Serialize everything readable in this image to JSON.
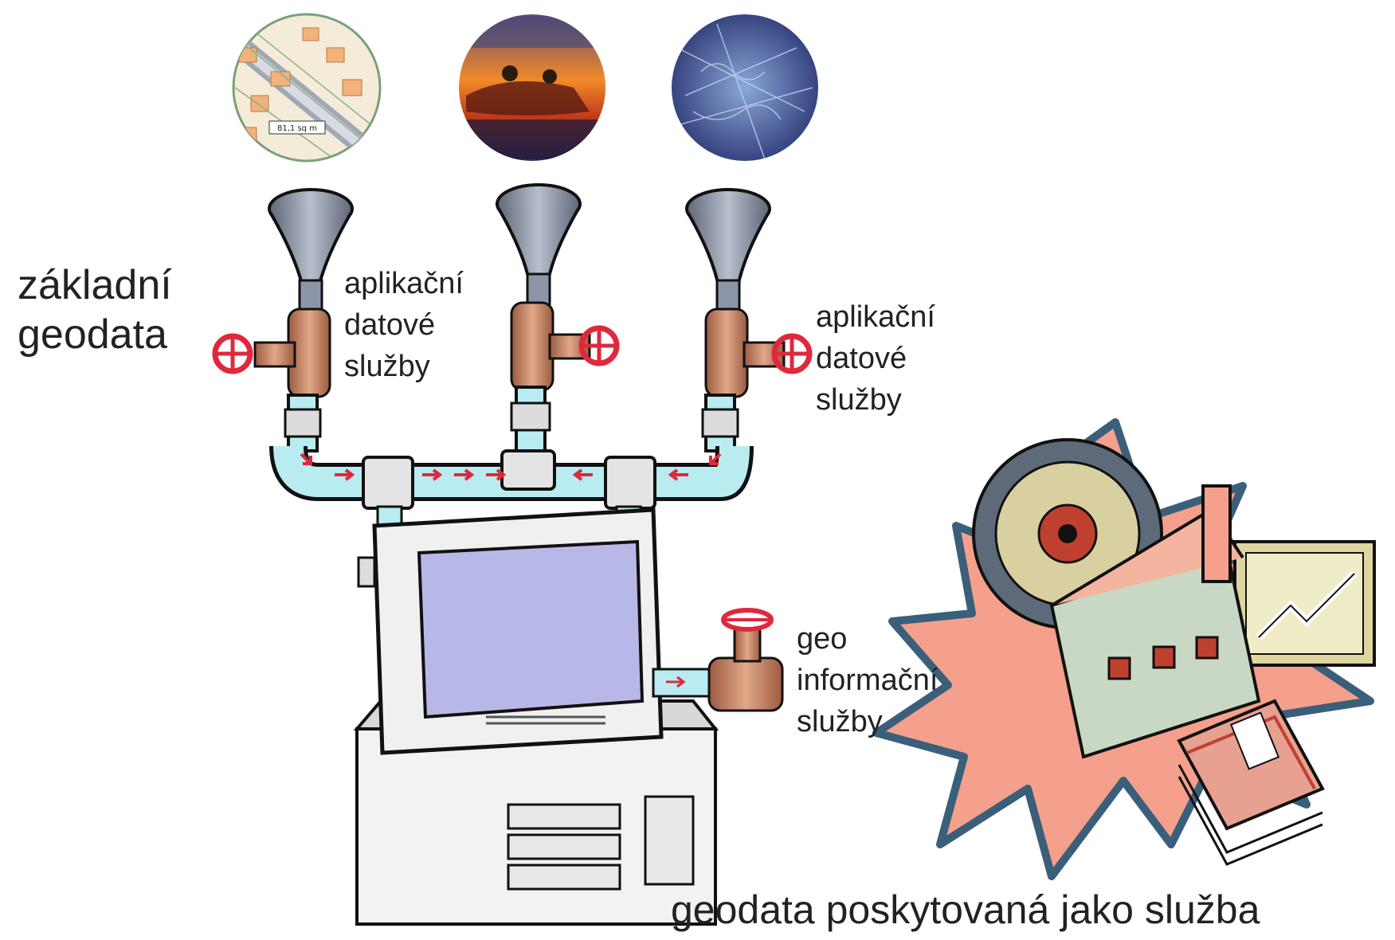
{
  "labels": {
    "basic_geodata_line1": "základní",
    "basic_geodata_line2": "geodata",
    "app_services_left_1": "aplikační",
    "app_services_left_2": "datové",
    "app_services_left_3": "služby",
    "app_services_right_1": "aplikační",
    "app_services_right_2": "datové",
    "app_services_right_3": "služby",
    "geo_info_1": "geo",
    "geo_info_2": "informační",
    "geo_info_3": "služby",
    "bottom_caption": "geodata poskytovaná jako služba",
    "map_scale_text": "81,1 sq m"
  },
  "icons": {
    "source_left": "cadastral-map-icon",
    "source_middle": "orange-photo-icon",
    "source_right": "satellite-image-icon",
    "computer": "desktop-computer-icon",
    "business": "factory-money-chart-icon"
  },
  "colors": {
    "pipe": "#b8ecf0",
    "pipe_outline": "#1a1a1a",
    "valve_copper": "#c8876a",
    "valve_wheel": "#e0283c",
    "flow_arrow": "#e0283c",
    "funnel": "#8c96a8",
    "burst": "#f4a08c",
    "burst_outline": "#3a5f7a"
  }
}
